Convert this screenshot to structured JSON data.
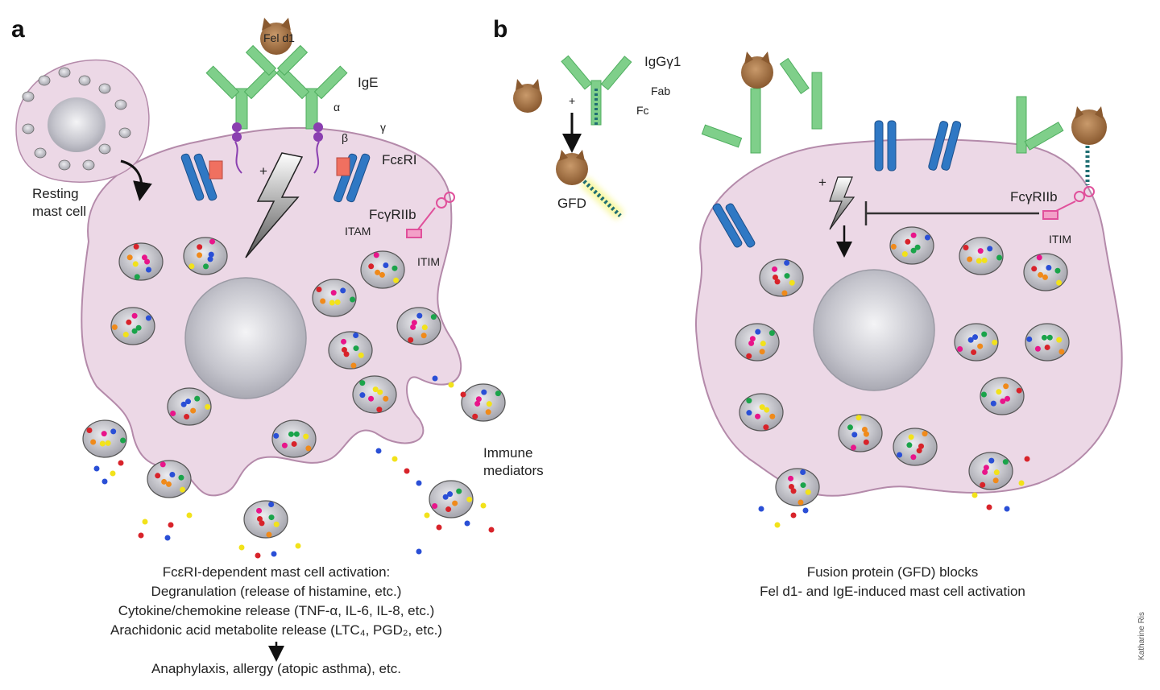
{
  "panels": {
    "a": {
      "letter": "a",
      "labels": {
        "resting_mast_cell": [
          "Resting",
          "mast cell"
        ],
        "fel_d1": "Fel d1",
        "ige": "IgE",
        "alpha": "α",
        "beta": "β",
        "gamma": "γ",
        "fceri": "FcεRI",
        "fcgriib": "FcγRIIb",
        "itam": "ITAM",
        "itim": "ITIM",
        "plus": "+",
        "immune_mediators": [
          "Immune",
          "mediators"
        ]
      },
      "caption": [
        "FcεRI-dependent mast cell activation:",
        "Degranulation (release of histamine, etc.)",
        "Cytokine/chemokine release (TNF-α, IL-6, IL-8, etc.)",
        "Arachidonic acid metabolite release (LTC₄, PGD₂, etc.)"
      ],
      "outcome": "Anaphylaxis, allergy (atopic asthma), etc."
    },
    "b": {
      "letter": "b",
      "labels": {
        "iggy1": "IgGγ1",
        "fab": "Fab",
        "fc": "Fc",
        "plus": "+",
        "gfd": "GFD",
        "fcgriib": "FcγRIIb",
        "itim": "ITIM",
        "plus_signal": "+"
      },
      "caption": [
        "Fusion protein (GFD) blocks",
        "Fel d1- and IgE-induced mast cell activation"
      ]
    }
  },
  "credit": "Katharine Ris",
  "colors": {
    "cell_fill": "#ecd8e6",
    "cell_stroke": "#b48aaa",
    "nucleus": "#bfbfc8",
    "ige_green": "#7fcf8a",
    "fceri_blue": "#2f78c4",
    "cat_brown": "#a8774a",
    "granule": "#b9b9be",
    "inhibitory_magenta": "#e0509b"
  },
  "granule_dot_colors": [
    "#e8158a",
    "#2a4fd6",
    "#1aa44a",
    "#f2e21a",
    "#f08a1a",
    "#d8232a"
  ]
}
